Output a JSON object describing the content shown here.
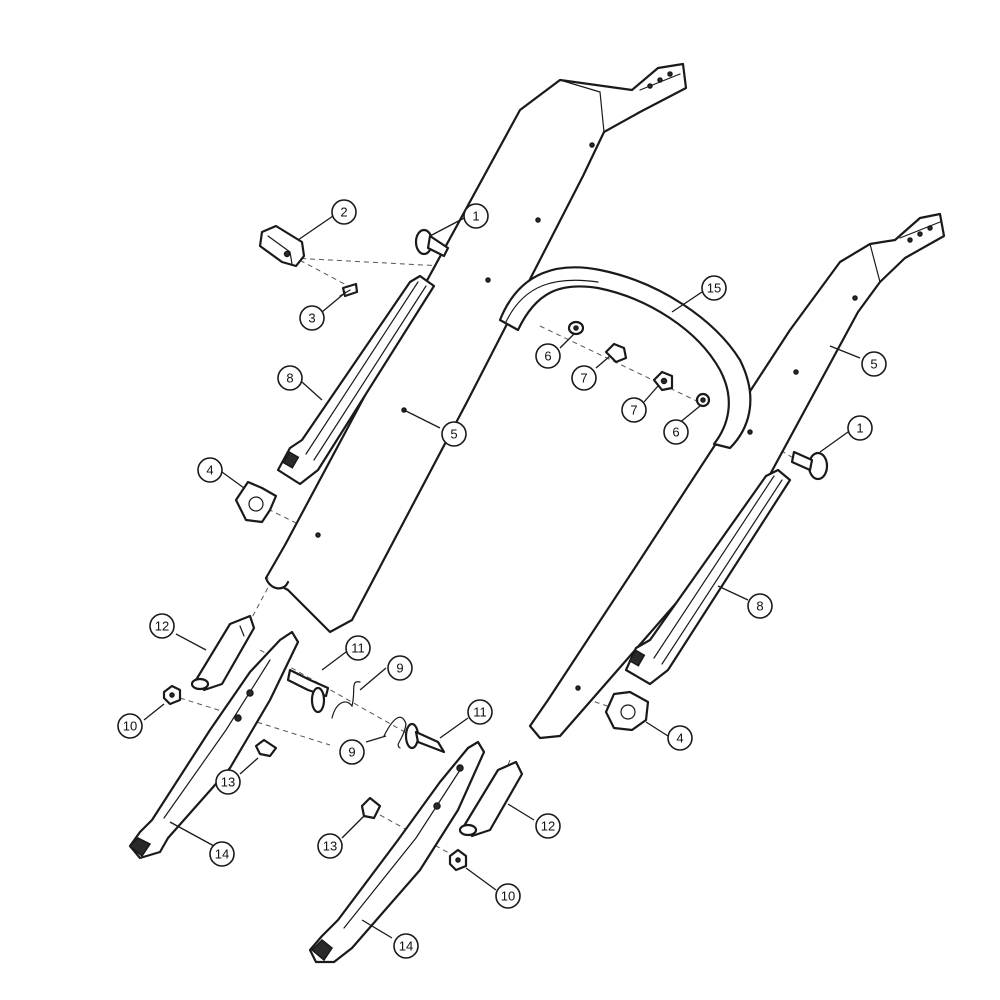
{
  "callouts": {
    "c1a": "1",
    "c1b": "1",
    "c2": "2",
    "c3": "3",
    "c4a": "4",
    "c4b": "4",
    "c5a": "5",
    "c5b": "5",
    "c6a": "6",
    "c6b": "6",
    "c7a": "7",
    "c7b": "7",
    "c8a": "8",
    "c8b": "8",
    "c9a": "9",
    "c9b": "9",
    "c10a": "10",
    "c10b": "10",
    "c11a": "11",
    "c11b": "11",
    "c12a": "12",
    "c12b": "12",
    "c13a": "13",
    "c13b": "13",
    "c14a": "14",
    "c14b": "14",
    "c15": "15"
  }
}
